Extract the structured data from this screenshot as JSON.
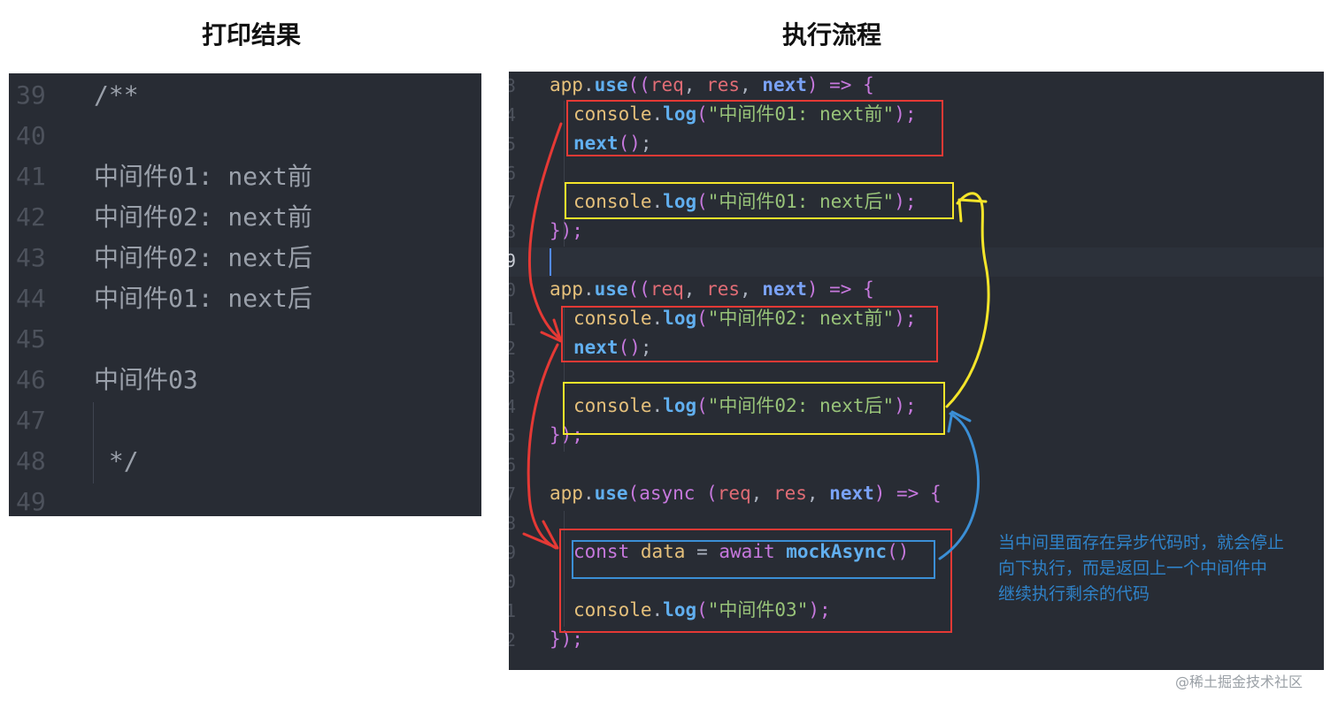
{
  "titles": {
    "left": "打印结果",
    "right": "执行流程"
  },
  "output_panel": {
    "rows": [
      {
        "num": "39",
        "text": "/**"
      },
      {
        "num": "40",
        "text": ""
      },
      {
        "num": "41",
        "text": "中间件01: next前"
      },
      {
        "num": "42",
        "text": "中间件02: next前"
      },
      {
        "num": "43",
        "text": "中间件02: next后"
      },
      {
        "num": "44",
        "text": "中间件01: next后"
      },
      {
        "num": "45",
        "text": ""
      },
      {
        "num": "46",
        "text": "中间件03"
      },
      {
        "num": "47",
        "text": ""
      },
      {
        "num": "48",
        "text": " */"
      },
      {
        "num": "49",
        "text": ""
      }
    ]
  },
  "code_panel": {
    "line_numbers": [
      "3",
      "4",
      "5",
      "6",
      "7",
      "8",
      "9",
      "0",
      "1",
      "2",
      "3",
      "4",
      "5",
      "6",
      "7",
      "8",
      "9",
      "0",
      "1",
      "2"
    ],
    "tokens": {
      "app": "app",
      "dot": ".",
      "use": "use",
      "open_arrow": "((",
      "req": "req",
      "comma": ", ",
      "res": "res",
      "next": "next",
      "arrow": ") => {",
      "console": "console",
      "log": "log",
      "paren_open": "(",
      "str_01_before": "\"中间件01: next前\"",
      "str_01_after": "\"中间件01: next后\"",
      "str_02_before": "\"中间件02: next前\"",
      "str_02_after": "\"中间件02: next后\"",
      "str_03": "\"中间件03\"",
      "close_semi": ");",
      "next_call": "()",
      "semi": ";",
      "block_end": "});",
      "async": "async",
      "async_open": " (",
      "const": "const",
      "data": "data",
      "eq": " = ",
      "await": "await",
      "mock": "mockAsync",
      "mock_parens": "()"
    }
  },
  "annotation": {
    "lines": [
      "当中间里面存在异步代码时，就会停止",
      "向下执行，而是返回上一个中间件中",
      "继续执行剩余的代码"
    ]
  },
  "watermark": "@稀土掘金技术社区",
  "colors": {
    "red": "#e53935",
    "yellow": "#f5e52a",
    "blue": "#3b8fd6"
  }
}
